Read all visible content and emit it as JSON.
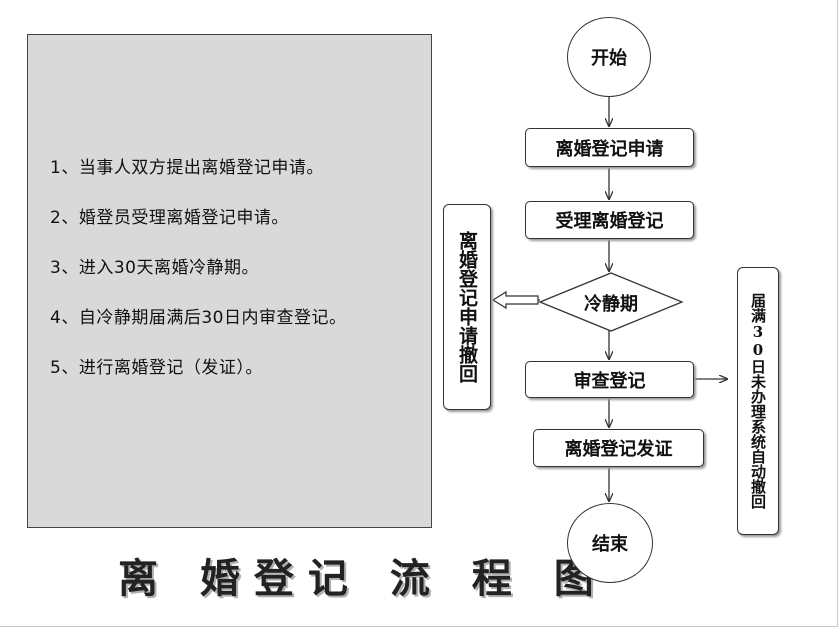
{
  "steps": [
    "1、当事人双方提出离婚登记申请。",
    "2、婚登员受理离婚登记申请。",
    "3、进入30天离婚冷静期。",
    "4、自冷静期届满后30日内审查登记。",
    "5、进行离婚登记（发证）。"
  ],
  "title": "离 婚登记 流 程 图",
  "flowchart": {
    "start": "开始",
    "apply": "离婚登记申请",
    "accept": "受理离婚登记",
    "cooling": "冷静期",
    "review": "审查登记",
    "certificate": "离婚登记发证",
    "end": "结束",
    "withdraw_note": "离婚登记申请撤回",
    "auto_withdraw_note": "届满30日未办理系统自动撤回"
  }
}
